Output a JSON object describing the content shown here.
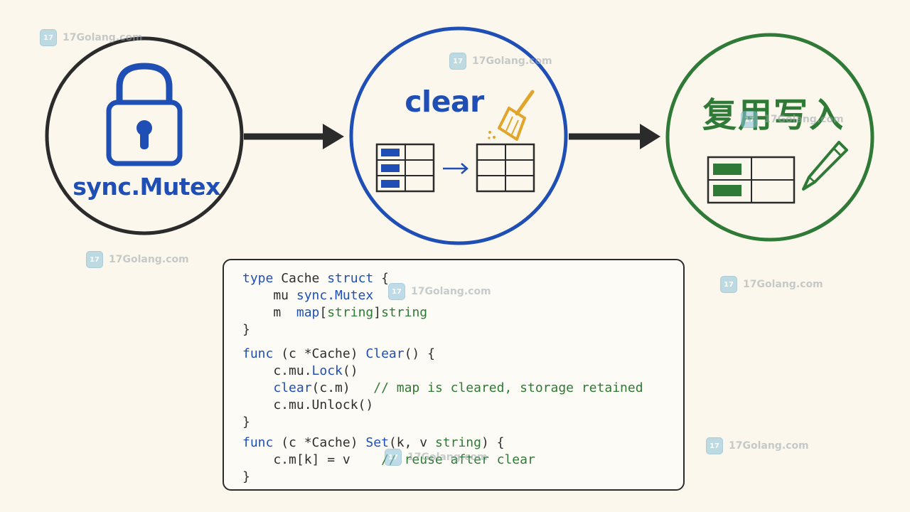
{
  "steps": [
    {
      "label": "sync.Mutex",
      "icon": "padlock-icon",
      "color": "#1f4fb5"
    },
    {
      "label": "clear",
      "icon": "broom-icon",
      "color": "#1f4fb5"
    },
    {
      "label": "复用写入",
      "icon": "pencil-icon",
      "color": "#2f7a36"
    }
  ],
  "colors": {
    "dark": "#2b2b2b",
    "blue": "#1f4fb5",
    "green": "#2f7a36",
    "broom": "#e0a52a",
    "background": "#fbf7ed"
  },
  "code": {
    "lines": [
      [
        [
          "type",
          "kw"
        ],
        [
          " Cache ",
          "plain"
        ],
        [
          "struct",
          "kw"
        ],
        [
          " {",
          "plain"
        ]
      ],
      [
        [
          "    mu ",
          "plain"
        ],
        [
          "sync.Mutex",
          "kw"
        ]
      ],
      [
        [
          "    m  ",
          "plain"
        ],
        [
          "map",
          "kw"
        ],
        [
          "[",
          "plain"
        ],
        [
          "string",
          "type"
        ],
        [
          "]",
          "plain"
        ],
        [
          "string",
          "type"
        ]
      ],
      [
        [
          "}",
          "plain"
        ]
      ],
      [
        [
          "func",
          "kw"
        ],
        [
          " (c *Cache) ",
          "plain"
        ],
        [
          "Clear",
          "kw"
        ],
        [
          "() {",
          "plain"
        ]
      ],
      [
        [
          "    c.mu.",
          "plain"
        ],
        [
          "Lock",
          "kw"
        ],
        [
          "()",
          "plain"
        ]
      ],
      [
        [
          "    ",
          "plain"
        ],
        [
          "clear",
          "kw"
        ],
        [
          "(c.m)   ",
          "plain"
        ],
        [
          "// map is cleared, storage retained",
          "cm"
        ]
      ],
      [
        [
          "    c.mu.Unlock()",
          "plain"
        ]
      ],
      [
        [
          "}",
          "plain"
        ]
      ],
      [
        [
          "func",
          "kw"
        ],
        [
          " (c *Cache) ",
          "plain"
        ],
        [
          "Set",
          "kw"
        ],
        [
          "(k, v ",
          "plain"
        ],
        [
          "string",
          "type"
        ],
        [
          ") {",
          "plain"
        ]
      ],
      [
        [
          "    c.m[k] = v    ",
          "plain"
        ],
        [
          "// reuse after clear",
          "cm"
        ]
      ],
      [
        [
          "}",
          "plain"
        ]
      ]
    ]
  },
  "watermarks": [
    {
      "text": "17Golang.com"
    },
    {
      "text": "17Golang.com"
    },
    {
      "text": "17Golang.com"
    },
    {
      "text": "17Golang.com"
    },
    {
      "text": "17Golang.com"
    },
    {
      "text": "17Golang.com"
    },
    {
      "text": "17Golang.com"
    },
    {
      "text": "17Golang.com"
    }
  ]
}
